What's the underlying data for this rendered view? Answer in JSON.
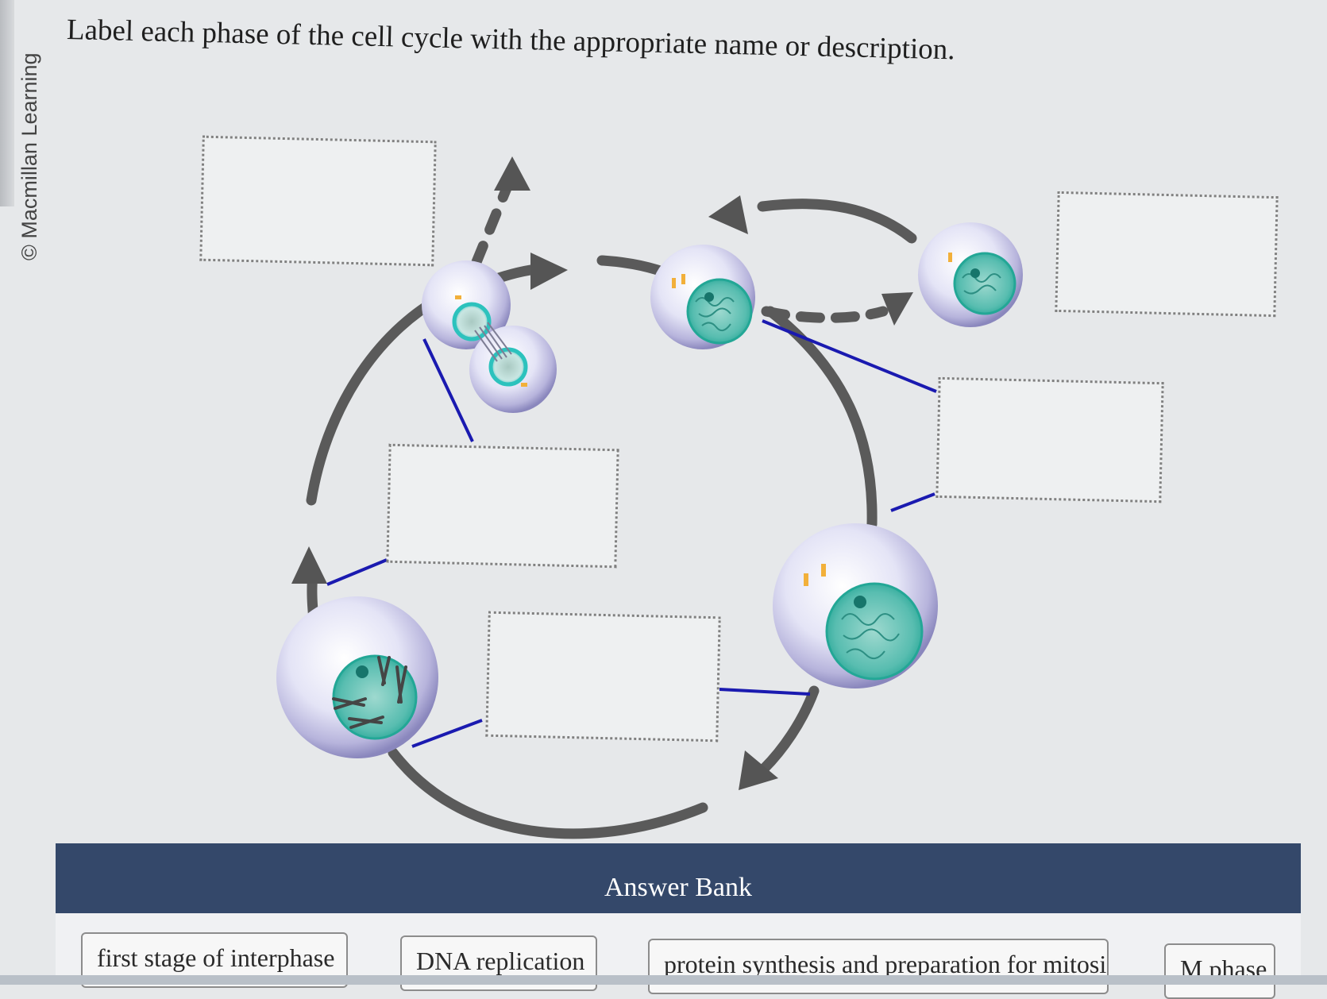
{
  "copyright": "© Macmillan Learning",
  "question": {
    "prompt": "Label each phase of the cell cycle with the appropriate name or description."
  },
  "label_targets": [
    {
      "id": "top-left",
      "value": ""
    },
    {
      "id": "top-right",
      "value": ""
    },
    {
      "id": "center",
      "value": ""
    },
    {
      "id": "right-middle",
      "value": ""
    },
    {
      "id": "bottom-center",
      "value": ""
    }
  ],
  "answer_bank": {
    "title": "Answer Bank",
    "items": [
      "first stage of interphase",
      "DNA replication",
      "protein synthesis and preparation for mitosis",
      "M phase"
    ]
  },
  "colors": {
    "header_background": "#34486a",
    "leader_lines": "#1a1ab0",
    "cycle_arrows": "#585858",
    "nucleus": "#3fb3a6",
    "cytoplasm": "#c8c8ea",
    "chromosomes": "#f2b03a"
  }
}
